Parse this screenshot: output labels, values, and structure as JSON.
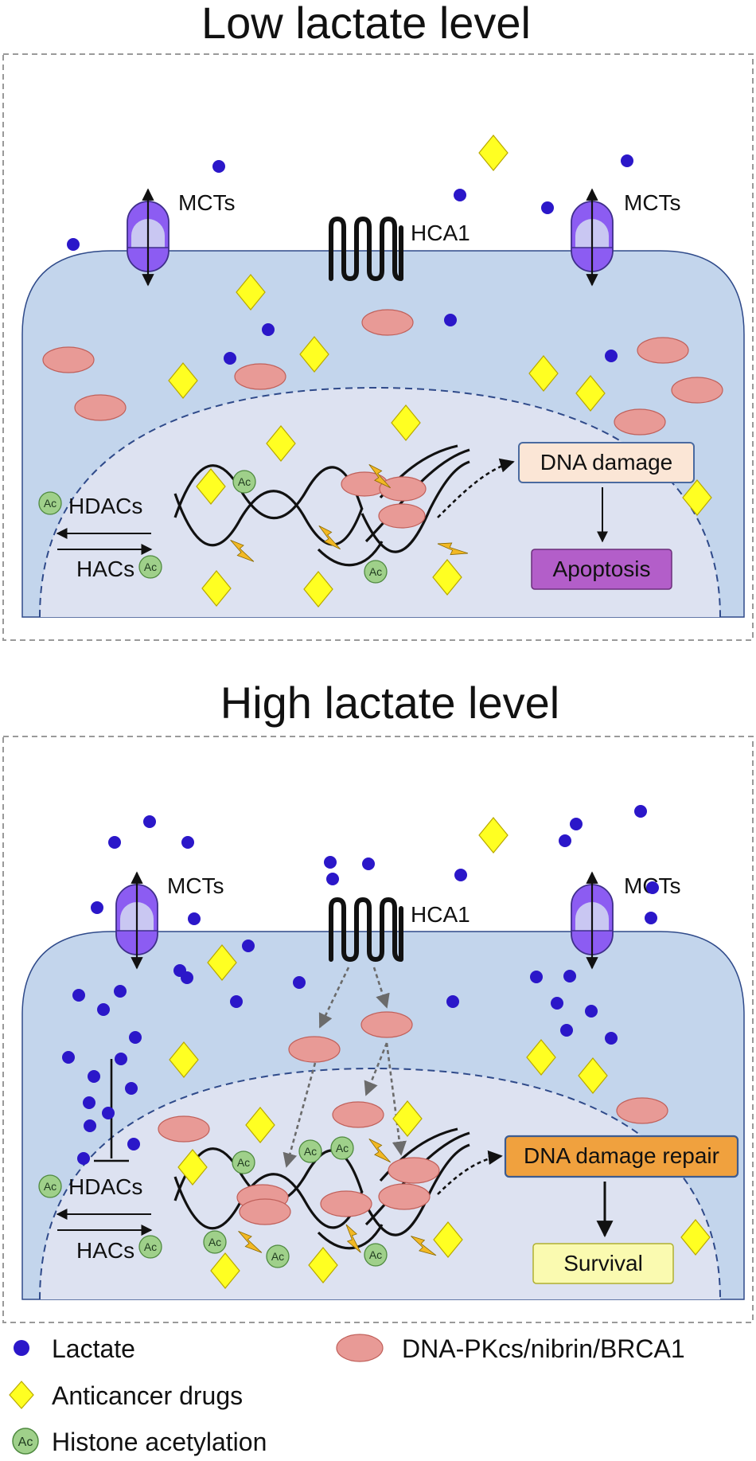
{
  "panels": {
    "low": {
      "title": "Low lactate level",
      "mct_left": "MCTs",
      "mct_right": "MCTs",
      "receptor": "HCA1",
      "hdacs": "HDACs",
      "hacs": "HACs",
      "damage_box": "DNA damage",
      "outcome_box": "Apoptosis"
    },
    "high": {
      "title": "High lactate level",
      "mct_left": "MCTs",
      "mct_right": "MCTs",
      "receptor": "HCA1",
      "hdacs": "HDACs",
      "hacs": "HACs",
      "damage_box": "DNA damage repair",
      "outcome_box": "Survival"
    }
  },
  "ac_label": "Ac",
  "legend": {
    "lactate": "Lactate",
    "drugs": "Anticancer drugs",
    "acetylation": "Histone acetylation",
    "repair_proteins": "DNA-PKcs/nibrin/BRCA1"
  },
  "colors": {
    "lactate": "#2b17c9",
    "drug": "#ffff22",
    "drug_stroke": "#b8a800",
    "protein": "#e89a96",
    "protein_stroke": "#c0605a",
    "ac": "#9fd08a",
    "cell": "#c3d5ec",
    "nucleus": "#dde2f1",
    "mct": "#8c5cf2",
    "lightning": "#f2b824",
    "damage_low": "#fbe6d6",
    "apoptosis": "#b35ec9",
    "damage_high": "#f0a13e",
    "survival": "#fafab0"
  }
}
